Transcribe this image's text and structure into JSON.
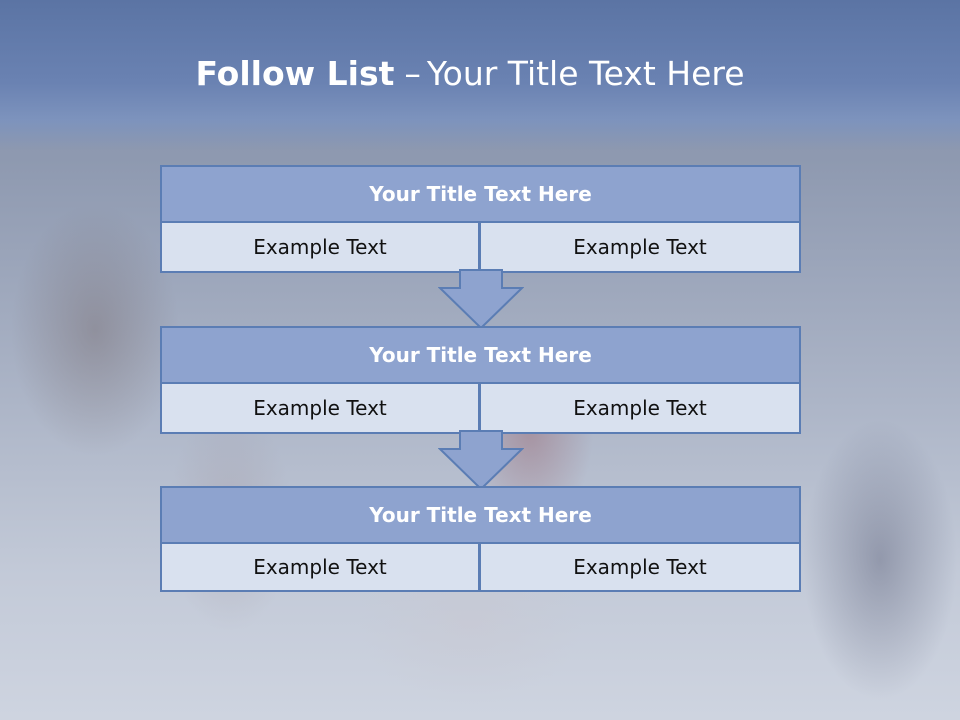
{
  "slide": {
    "title_bold": "Follow List",
    "title_dash": "–",
    "title_rest": "Your Title Text Here"
  },
  "blocks": [
    {
      "title": "Your Title Text Here",
      "cells": [
        "Example Text",
        "Example Text"
      ]
    },
    {
      "title": "Your Title Text Here",
      "cells": [
        "Example Text",
        "Example Text"
      ]
    },
    {
      "title": "Your Title Text Here",
      "cells": [
        "Example Text",
        "Example Text"
      ]
    }
  ],
  "colors": {
    "header_band": "#6a82b2",
    "block_title_fill": "#8ea3cf",
    "cell_fill": "#d9e1ef",
    "border": "#5b7db4",
    "arrow_fill": "#8ea3cf"
  },
  "icons": [
    "down-arrow"
  ]
}
